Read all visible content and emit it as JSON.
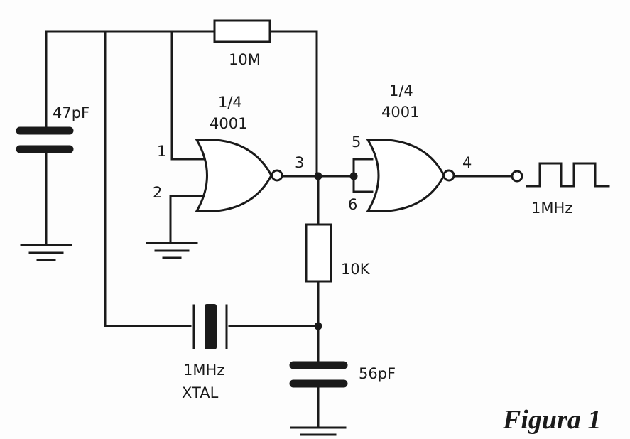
{
  "labels": {
    "r1": "10M",
    "c1": "47pF",
    "gate1_a": "1/4",
    "gate1_b": "4001",
    "gate2_a": "1/4",
    "gate2_b": "4001",
    "pin1": "1",
    "pin2": "2",
    "pin3": "3",
    "pin4": "4",
    "pin5": "5",
    "pin6": "6",
    "r2": "10K",
    "xtal_a": "1MHz",
    "xtal_b": "XTAL",
    "c2": "56pF",
    "out_freq": "1MHz",
    "caption": "Figura 1"
  }
}
